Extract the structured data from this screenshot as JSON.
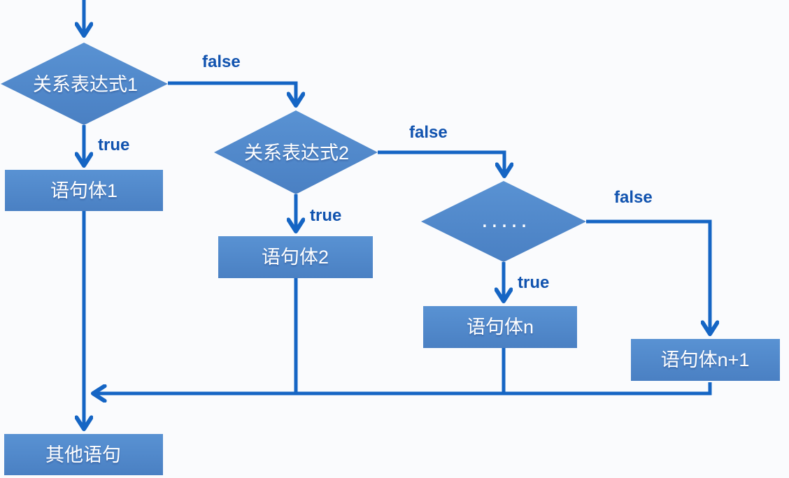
{
  "diagram": {
    "type": "flowchart",
    "language": "zh-CN",
    "nodes": {
      "decision1": {
        "label": "关系表达式1",
        "shape": "diamond"
      },
      "decision2": {
        "label": "关系表达式2",
        "shape": "diamond"
      },
      "decision3": {
        "label": ".....",
        "shape": "diamond"
      },
      "statement1": {
        "label": "语句体1",
        "shape": "rect"
      },
      "statement2": {
        "label": "语句体2",
        "shape": "rect"
      },
      "statementN": {
        "label": "语句体n",
        "shape": "rect"
      },
      "statementN1": {
        "label": "语句体n+1",
        "shape": "rect"
      },
      "other": {
        "label": "其他语句",
        "shape": "rect"
      }
    },
    "edges": {
      "d1_false": {
        "label": "false",
        "from": "decision1",
        "to": "decision2"
      },
      "d1_true": {
        "label": "true",
        "from": "decision1",
        "to": "statement1"
      },
      "d2_false": {
        "label": "false",
        "from": "decision2",
        "to": "decision3"
      },
      "d2_true": {
        "label": "true",
        "from": "decision2",
        "to": "statement2"
      },
      "d3_false": {
        "label": "false",
        "from": "decision3",
        "to": "statementN1"
      },
      "d3_true": {
        "label": "true",
        "from": "decision3",
        "to": "statementN"
      }
    },
    "colors": {
      "shape_fill": "#4d87c8",
      "shape_fill_light": "#5992d3",
      "connector": "#1565c4",
      "edge_label": "#1153af",
      "shape_text": "#ffffff",
      "background": "#fafbfd"
    }
  }
}
